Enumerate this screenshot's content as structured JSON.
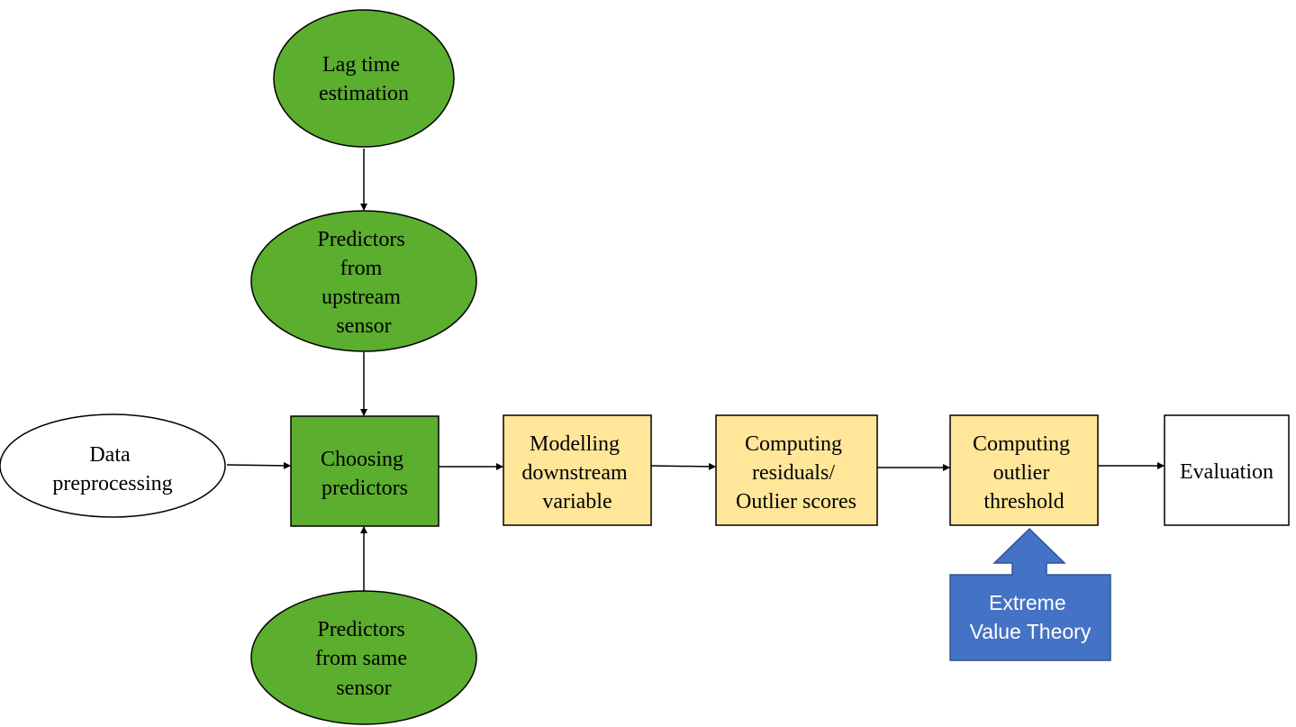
{
  "colors": {
    "green_fill": "#5BAE2E",
    "yellow_fill": "#FFE699",
    "white_fill": "#FFFFFF",
    "blue_fill": "#4472C4",
    "stroke": "#000000"
  },
  "nodes": {
    "lag_time": {
      "lines": [
        "Lag time",
        "estimation"
      ]
    },
    "upstream": {
      "lines": [
        "Predictors",
        "from",
        "upstream",
        "sensor"
      ]
    },
    "preprocessing": {
      "lines": [
        "Data",
        "preprocessing"
      ]
    },
    "choosing": {
      "lines": [
        "Choosing",
        "predictors"
      ]
    },
    "same_sensor": {
      "lines": [
        "Predictors",
        "from same",
        "sensor"
      ]
    },
    "modelling": {
      "lines": [
        "Modelling",
        "downstream",
        "variable"
      ]
    },
    "residuals": {
      "lines": [
        "Computing",
        "residuals/",
        "Outlier scores"
      ]
    },
    "threshold": {
      "lines": [
        "Computing",
        "outlier",
        "threshold"
      ]
    },
    "evaluation": {
      "lines": [
        "Evaluation"
      ]
    },
    "evt": {
      "lines": [
        "Extreme",
        "Value Theory"
      ]
    }
  }
}
